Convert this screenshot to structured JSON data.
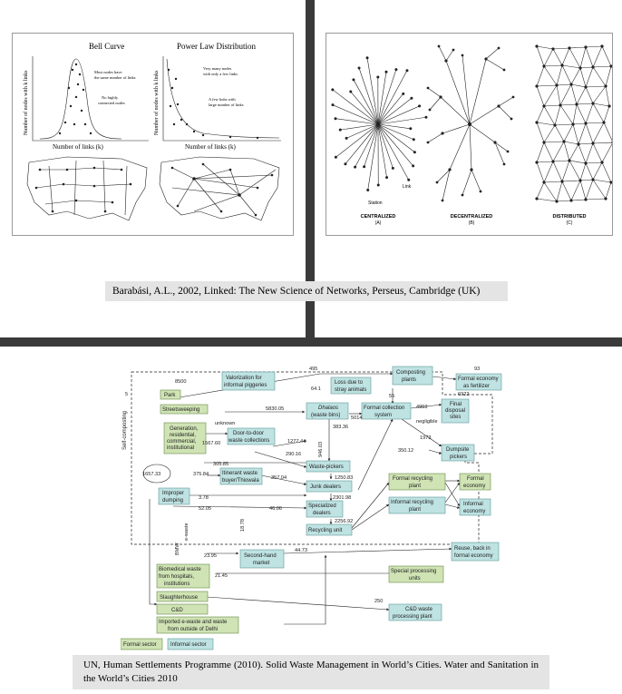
{
  "top_left": {
    "bell_title": "Bell Curve",
    "power_title": "Power Law Distribution",
    "ylabel": "Number of nodes with k links",
    "xlabel": "Number of links (k)",
    "note_most": [
      "Most nodes have",
      "the same number of links"
    ],
    "note_nohighly": [
      "No highly",
      "connected nodes"
    ],
    "note_many": [
      "Very many nodes",
      "with only a few links"
    ],
    "note_hubs": [
      "A few hubs with",
      "large number of links"
    ]
  },
  "top_right": {
    "label_link": "Link",
    "label_station": "Station",
    "captions": [
      {
        "title": "CENTRALIZED",
        "letter": "(A)"
      },
      {
        "title": "DECENTRALIZED",
        "letter": "(B)"
      },
      {
        "title": "DISTRIBUTED",
        "letter": "(C)"
      }
    ]
  },
  "citation_top": "Barabási, A.L., 2002, Linked: The New Science of Networks, Perseus, Cambridge (UK)",
  "flow": {
    "side_label": "Self-composting",
    "side_number": "5",
    "boxes": {
      "park": "Park",
      "street": "Streetsweeping",
      "gen": [
        "Generation,",
        "residential,",
        "commercial,",
        "institutional"
      ],
      "valor": [
        "Valorization for",
        "informal piggeries"
      ],
      "loss": [
        "Loss due to",
        "stray animals"
      ],
      "composting": [
        "Composting",
        "plants"
      ],
      "formal_fert": [
        "Formal economy",
        "as fertilizer"
      ],
      "dhalaos": [
        "Dhalaos",
        "(waste bins)"
      ],
      "formal_coll": [
        "Formal collection",
        "system"
      ],
      "final": [
        "Final",
        "disposal",
        "sites"
      ],
      "dumpsite": [
        "Dumpsite",
        "pickers"
      ],
      "door": [
        "Door-to-door",
        "waste collections"
      ],
      "wastepickers": "Waste-pickers",
      "itinerant": [
        "Itinerant waste",
        "buyer/Thiowala"
      ],
      "improper": [
        "Improper",
        "dumping"
      ],
      "junk": "Junk dealers",
      "specialized": [
        "Specialized",
        "dealers"
      ],
      "recycling": "Recycling unit",
      "formal_rec": [
        "Formal recycling",
        "plant"
      ],
      "informal_rec": [
        "Informal recycling",
        "plant"
      ],
      "formal_econ": [
        "Formal",
        "economy"
      ],
      "informal_econ": [
        "Informal",
        "economy"
      ],
      "second": [
        "Second-hand",
        "market"
      ],
      "reuse": [
        "Reuse, back in",
        "formal economy"
      ],
      "biomed": [
        "Biomedical waste",
        "from hospitals,",
        "institutions"
      ],
      "special_proc": [
        "Special processing",
        "units"
      ],
      "slaughter": "Slaughterhouse",
      "cd": "C&D",
      "cd_proc": [
        "C&D waste",
        "processing plant"
      ],
      "imported": [
        "Imported e-waste and waste",
        "from outside of Delhi"
      ]
    },
    "numbers": {
      "n495": "495",
      "n8500": "8500",
      "n64": "64.1",
      "n55": "55",
      "n93": "93",
      "n5830": "5830.05",
      "n5014": "5014",
      "n4959": "4959",
      "n6922": "6922",
      "n383": "383.36",
      "nneg": "negligible",
      "n1973": "1973",
      "nunknown": "unknown",
      "n1567": "1567.60",
      "n1277": "1277.44",
      "n946": "946.03",
      "n290": "290.16",
      "n350": "350.12",
      "n305": "305.85",
      "n1250": "1250.83",
      "n1657": "1657.33",
      "n375": "375.84",
      "n357": "357.04",
      "n2301": "2301.98",
      "n378": "3.78",
      "n5205": "52.05",
      "n4606": "46.06",
      "n2256": "2256.92",
      "n1878": "18.78",
      "n2395": "23.95",
      "n4473": "44.73",
      "n2145": "21.45",
      "n250": "250",
      "nbmw": "BMW",
      "new": "e-waste"
    },
    "legend": {
      "formal": "Formal sector",
      "informal": "Informal sector"
    }
  },
  "citation_bottom": "UN, Human Settlements Programme (2010). Solid Waste Management in World’s Cities. Water and Sanitation in the World’s Cities 2010",
  "colors": {
    "formal": "#cfe3b4",
    "informal": "#bfe2e2",
    "divider": "#3a3a3a",
    "caption_bg": "#e4e4e4"
  }
}
